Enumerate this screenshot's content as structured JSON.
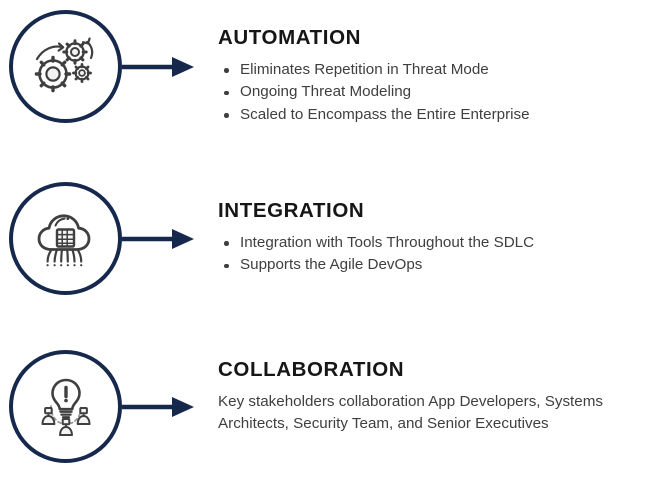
{
  "theme": {
    "background": "#ffffff",
    "circle_stroke": "#16294d",
    "arrow_color": "#16294d",
    "heading_color": "#161616",
    "body_color": "#3f3f3f",
    "icon_color": "#3f3f3f"
  },
  "sections": [
    {
      "id": "automation",
      "icon": "gears-icon",
      "heading": "AUTOMATION",
      "body_type": "bullets",
      "bullets": [
        "Eliminates Repetition in Threat Mode",
        "Ongoing Threat Modeling",
        "Scaled to Encompass the Entire Enterprise"
      ]
    },
    {
      "id": "integration",
      "icon": "cloud-chip-icon",
      "heading": "INTEGRATION",
      "body_type": "bullets",
      "bullets": [
        "Integration with Tools Throughout the SDLC",
        "Supports the Agile DevOps"
      ]
    },
    {
      "id": "collaboration",
      "icon": "lightbulb-team-icon",
      "heading": "COLLABORATION",
      "body_type": "paragraph",
      "paragraph": "Key stakeholders collaboration App Developers, Systems Architects, Security Team, and Senior Executives"
    }
  ]
}
